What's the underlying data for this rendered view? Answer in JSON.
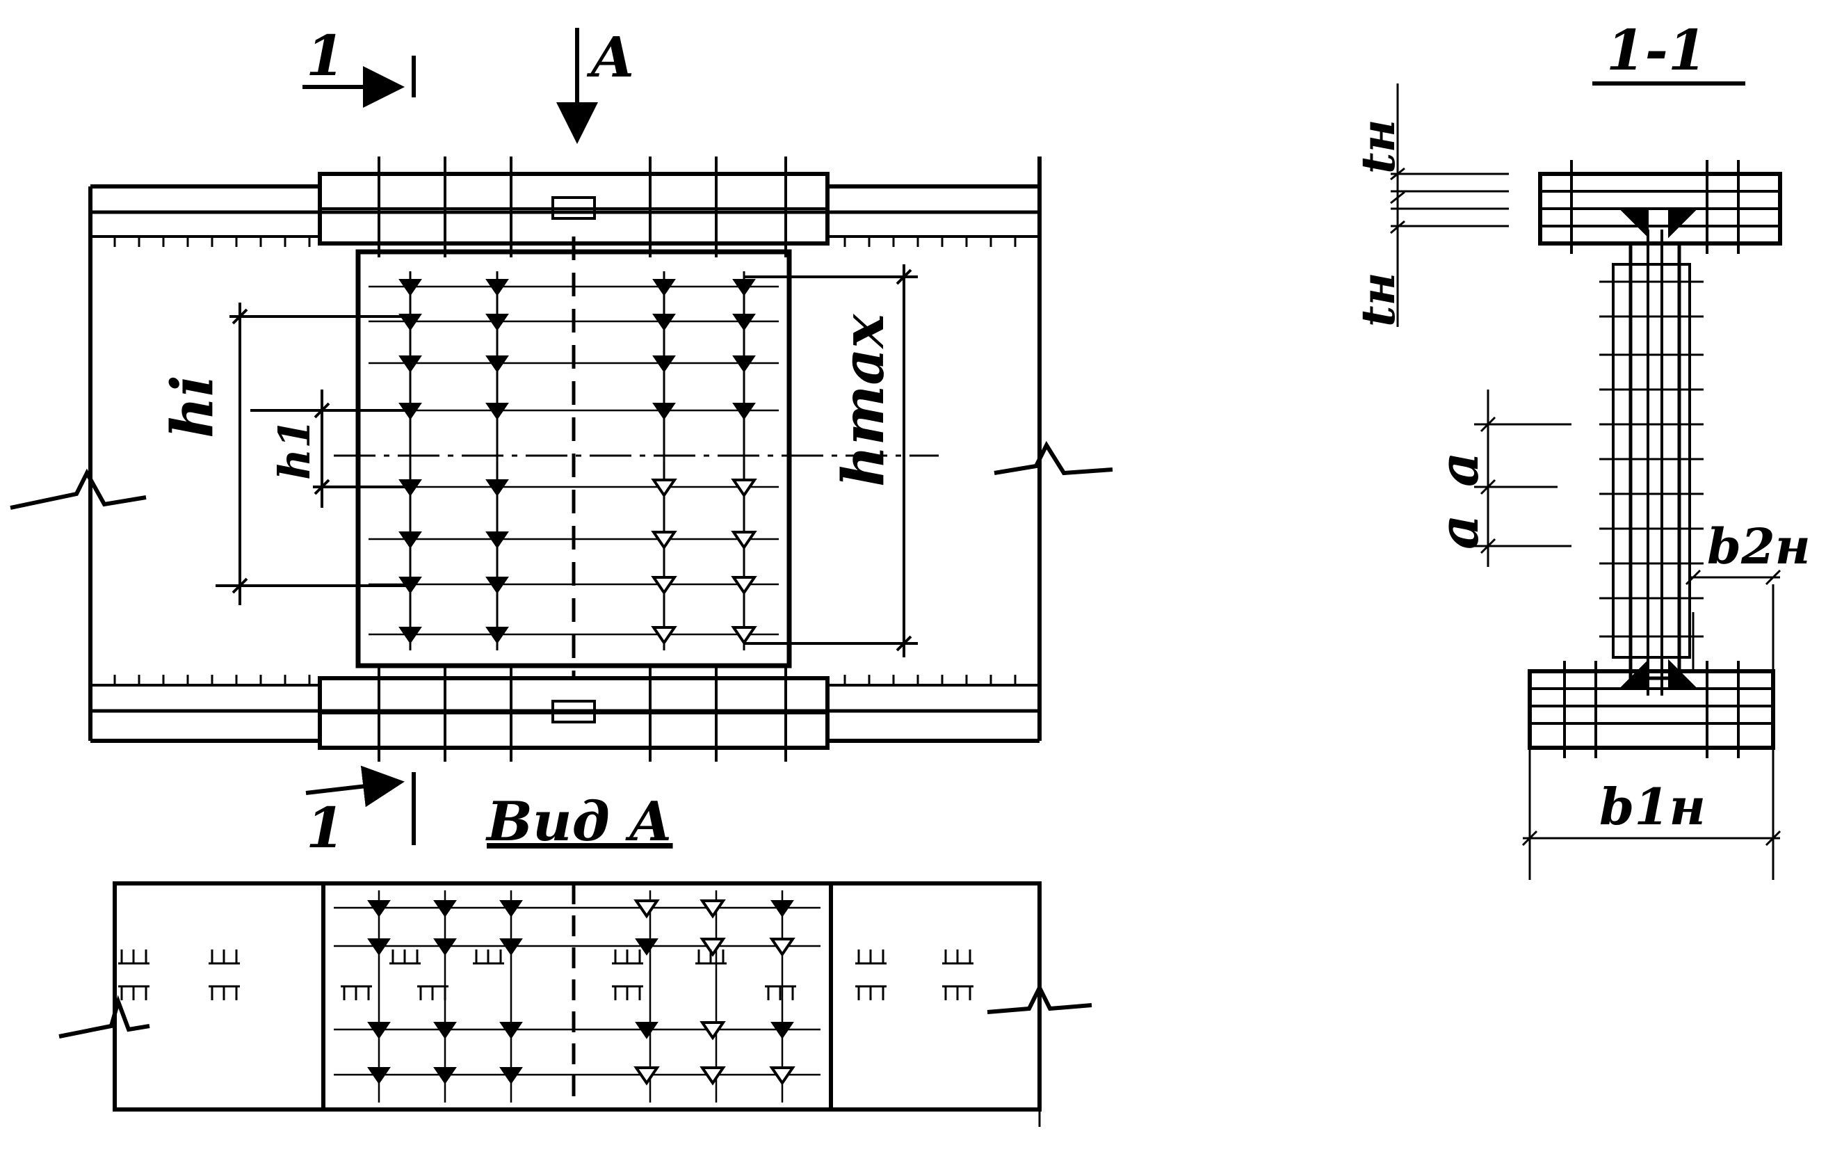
{
  "labels": {
    "section_mark_top": "1",
    "section_mark_bottom": "1",
    "view_arrow": "A",
    "section_title": "1-1",
    "view_title": "Вид А",
    "dim_hi": "hi",
    "dim_h1": "h1",
    "dim_hmax": "hmax",
    "dim_tn_top": "tн",
    "dim_tn_bottom": "tн",
    "dim_a_1": "a",
    "dim_a_2": "a",
    "dim_b2n": "b2н",
    "dim_b1n": "b1н"
  },
  "colors": {
    "ink": "#000000",
    "paper": "#ffffff"
  }
}
